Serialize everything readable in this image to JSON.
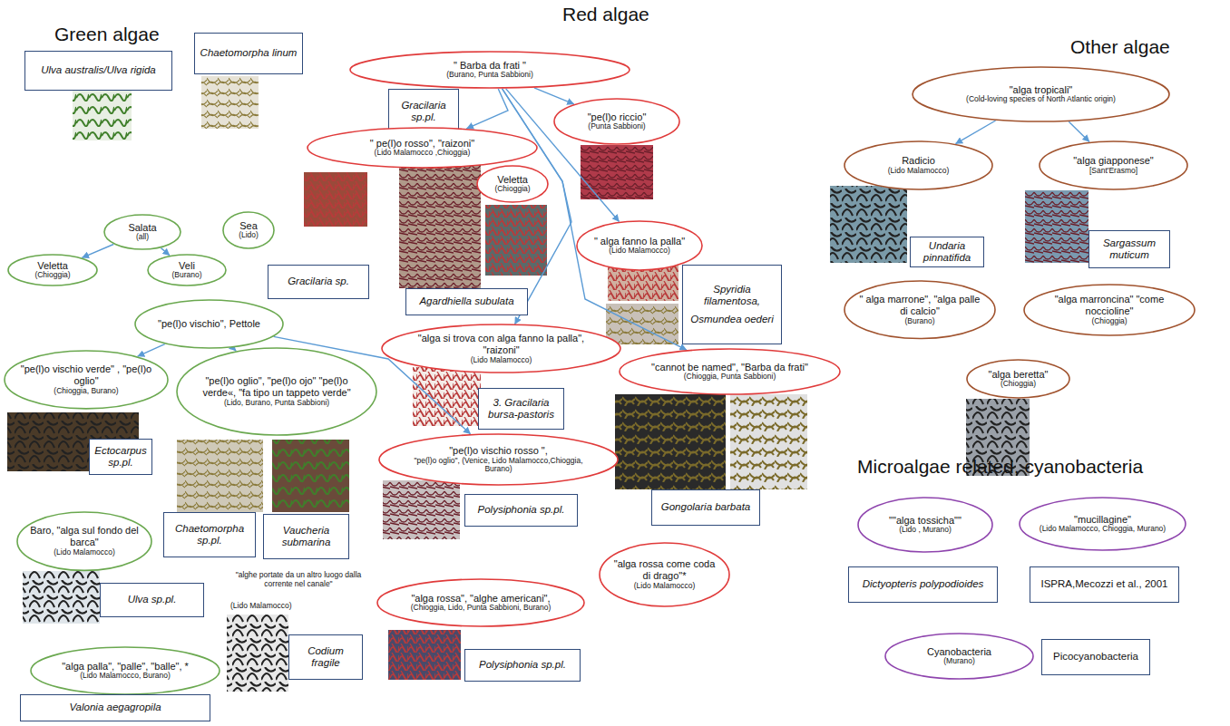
{
  "diagram": {
    "nodes": [
      {
        "text": [
          "Ulva australis/Ulva rigida"
        ]
      },
      {
        "text": [
          "Chaetomorpha linum"
        ]
      },
      {
        "text": [
          "Salata",
          "(all)"
        ]
      },
      {
        "text": [
          "Sea",
          "(Lido)"
        ]
      },
      {
        "text": [
          "Veletta",
          "(Chioggia)"
        ]
      },
      {
        "text": [
          "Veli",
          "(Burano)"
        ]
      },
      {
        "text": [
          "\"pe(l)o vischio\", Pettole"
        ]
      },
      {
        "text": [
          "\"pe(l)o vischio verde\" , \"pe(l)o oglio\"",
          "(Chioggia, Burano)"
        ]
      },
      {
        "text": [
          "\"pe(l)o oglio\", \"pe(l)o ojo\" \"pe(l)o verde«, \"fa tipo un tappeto verde\"",
          "(Lido, Burano, Punta Sabbioni)"
        ]
      },
      {
        "text": [
          "Ectocarpus sp.pl."
        ]
      },
      {
        "text": [
          "Chaetomorpha sp.pl."
        ]
      },
      {
        "text": [
          "Vaucheria submarina"
        ]
      },
      {
        "text": [
          "Baro, \"alga sul fondo del barca\"",
          "(Lido Malamocco)"
        ]
      },
      {
        "text": [
          "Ulva sp.pl."
        ]
      },
      {
        "text": [
          "Codium fragile"
        ]
      },
      {
        "text": [
          "\"alga palla\", \"palle\", \"balle\", *",
          "(Lido Malamocco, Burano)"
        ]
      },
      {
        "text": [
          "Valonia aegagropila"
        ]
      },
      {
        "text": [
          "\" Barba da frati \"",
          "(Burano, Punta Sabbioni)"
        ]
      },
      {
        "text": [
          "Gracilaria sp.pl."
        ]
      },
      {
        "text": [
          "\"pe(l)o riccio\"",
          "(Punta Sabbioni)"
        ]
      },
      {
        "text": [
          "\" pe(l)o rosso\", \"raizoni\"",
          "(Lido Malamocco ,Chioggia)"
        ]
      },
      {
        "text": [
          "Veletta",
          "(Chioggia)"
        ]
      },
      {
        "text": [
          "\" alga fanno la palla\"",
          "(Lido Malamocco)"
        ]
      },
      {
        "text": [
          "Gracilaria sp."
        ]
      },
      {
        "text": [
          "Agardhiella subulata"
        ]
      },
      {
        "text": [
          "Spyridia filamentosa,",
          "Osmundea oederi"
        ]
      },
      {
        "text": [
          "\"alga si trova con alga fanno la palla\", \"raizoni\"",
          "(Lido Malamocco)"
        ]
      },
      {
        "text": [
          "\"cannot be named\", \"Barba da frati\"",
          "(Chioggia, Punta Sabbioni)"
        ]
      },
      {
        "text": [
          "3. Gracilaria bursa-pastoris"
        ]
      },
      {
        "text": [
          "\"pe(l)o vischio rosso \",",
          "\"pe(l)o oglio\", (Venice, Lido Malamocco,Chioggia, Burano)"
        ]
      },
      {
        "text": [
          "Gongolaria barbata"
        ]
      },
      {
        "text": [
          "Polysiphonia sp.pl."
        ]
      },
      {
        "text": [
          "\"alga rossa come coda di drago\"*",
          "(Lido Malamocco)"
        ]
      },
      {
        "text": [
          "\"alga rossa\", \"alghe americani\",",
          "(Chioggia, Lido, Punta Sabbioni, Burano)"
        ]
      },
      {
        "text": [
          "Polysiphonia sp.pl."
        ]
      },
      {
        "text": [
          "\"alga tropicali\"",
          "(Cold-loving species of North Atlantic origin)"
        ]
      },
      {
        "text": [
          "Radicio",
          "(Lido Malamocco)"
        ]
      },
      {
        "text": [
          "\"alga giapponese\"",
          "[Sant'Erasmo]"
        ]
      },
      {
        "text": [
          "Undaria pinnatifida"
        ]
      },
      {
        "text": [
          "Sargassum muticum"
        ]
      },
      {
        "text": [
          "\" alga marrone\", \"alga palle di calcio\"",
          "(Burano)"
        ]
      },
      {
        "text": [
          "\"alga marroncina\" \"come noccioline\"",
          "(Chioggia)"
        ]
      },
      {
        "text": [
          "\"alga beretta\"",
          "(Chioggia)"
        ]
      },
      {
        "text": [
          "\"\"alga tossicha\"\"",
          "(Lido , Murano)"
        ]
      },
      {
        "text": [
          "Dictyopteris polypodioides"
        ]
      },
      {
        "text": [
          "\"mucillagine\"",
          "(Lido Malamocco, Chioggia, Murano)"
        ]
      },
      {
        "text": [
          "ISPRA,Mecozzi et al., 2001"
        ]
      },
      {
        "text": [
          "Cyanobacteria",
          "(Murano)"
        ]
      },
      {
        "text": [
          "Picocyanobacteria"
        ]
      }
    ],
    "edges": [
      {
        "from": 2,
        "to": 4,
        "arrow": "to"
      },
      {
        "from": 2,
        "to": 5,
        "arrow": "to"
      },
      {
        "from": 6,
        "to": 7,
        "arrow": "to"
      },
      {
        "from": 6,
        "to": 8,
        "arrow": "to"
      },
      {
        "from": 6,
        "to": 29,
        "arrow": "to"
      },
      {
        "from": 17,
        "to": 20,
        "arrow": "to"
      },
      {
        "from": 17,
        "to": 19,
        "arrow": "to"
      },
      {
        "from": 17,
        "to": 22,
        "arrow": "to"
      },
      {
        "from": 17,
        "to": 26,
        "arrow": "to"
      },
      {
        "from": 17,
        "to": 27,
        "arrow": "to"
      },
      {
        "from": 35,
        "to": 36,
        "arrow": "to"
      },
      {
        "from": 35,
        "to": 37,
        "arrow": "to"
      }
    ],
    "labels": [
      "Red algae",
      "Green algae",
      "Other algae",
      "Microalgae related, cyanobacteria",
      "\"alghe portate da un altro luogo dalla corrente nel canale\"",
      "(Lido Malamocco)"
    ]
  }
}
